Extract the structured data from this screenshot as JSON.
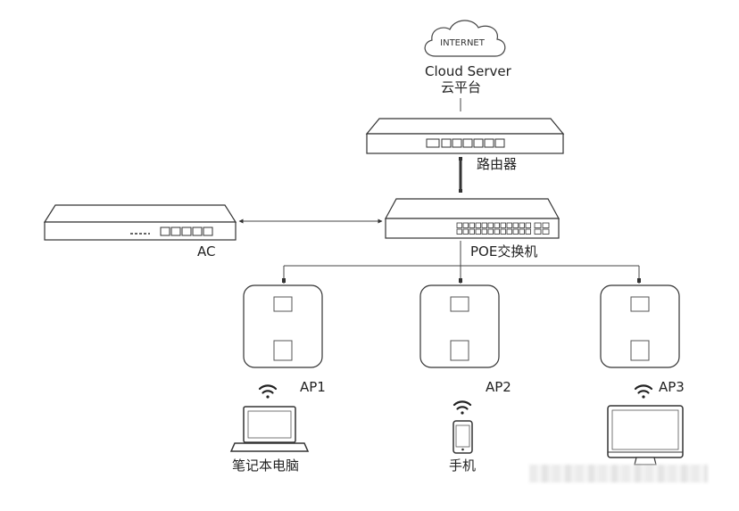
{
  "internet": {
    "cloud_text": "INTERNET",
    "title": "Cloud Server",
    "subtitle": "云平台"
  },
  "router": {
    "label": "路由器"
  },
  "switch": {
    "label": "POE交换机"
  },
  "controller": {
    "label": "AC"
  },
  "access_points": [
    {
      "label": "AP1"
    },
    {
      "label": "AP2"
    },
    {
      "label": "AP3"
    }
  ],
  "clients": [
    {
      "label": "笔记本电脑"
    },
    {
      "label": "手机"
    },
    {
      "label": ""
    }
  ],
  "colors": {
    "stroke": "#333333",
    "fill": "#ffffff",
    "line": "#444444"
  }
}
